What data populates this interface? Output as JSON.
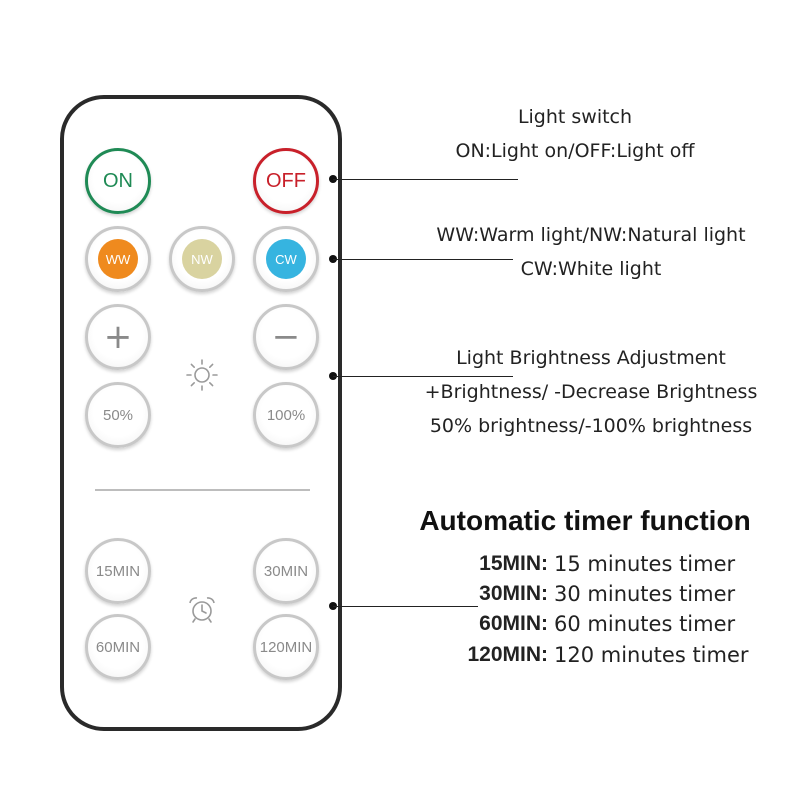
{
  "remote": {
    "buttons": {
      "on": "ON",
      "off": "OFF",
      "ww": "WW",
      "nw": "NW",
      "cw": "CW",
      "plus": "+",
      "minus": "−",
      "p50": "50%",
      "p100": "100%",
      "t15": "15MIN",
      "t30": "30MIN",
      "t60": "60MIN",
      "t120": "120MIN"
    },
    "colors": {
      "on": "#1f8a55",
      "off": "#c8202a",
      "ww": "#ef8a1e",
      "nw": "#d9d3a0",
      "cw": "#36b4e0"
    },
    "icons": [
      "brightness-icon",
      "alarm-clock-icon"
    ]
  },
  "annotations": {
    "switch": {
      "line1": "Light switch",
      "line2": "ON:Light on/OFF:Light off"
    },
    "color": {
      "line1": "WW:Warm light/NW:Natural light",
      "line2": "CW:White light"
    },
    "brightness": {
      "line1": "Light Brightness Adjustment",
      "line2": "+Brightness/ -Decrease Brightness",
      "line3": "50% brightness/-100% brightness"
    },
    "timer": {
      "title": "Automatic timer function",
      "rows": [
        {
          "code": "15MIN:",
          "desc": "15 minutes timer"
        },
        {
          "code": "30MIN:",
          "desc": "30 minutes timer"
        },
        {
          "code": "60MIN:",
          "desc": "60 minutes timer"
        },
        {
          "code": "120MIN:",
          "desc": "120 minutes timer"
        }
      ]
    }
  }
}
